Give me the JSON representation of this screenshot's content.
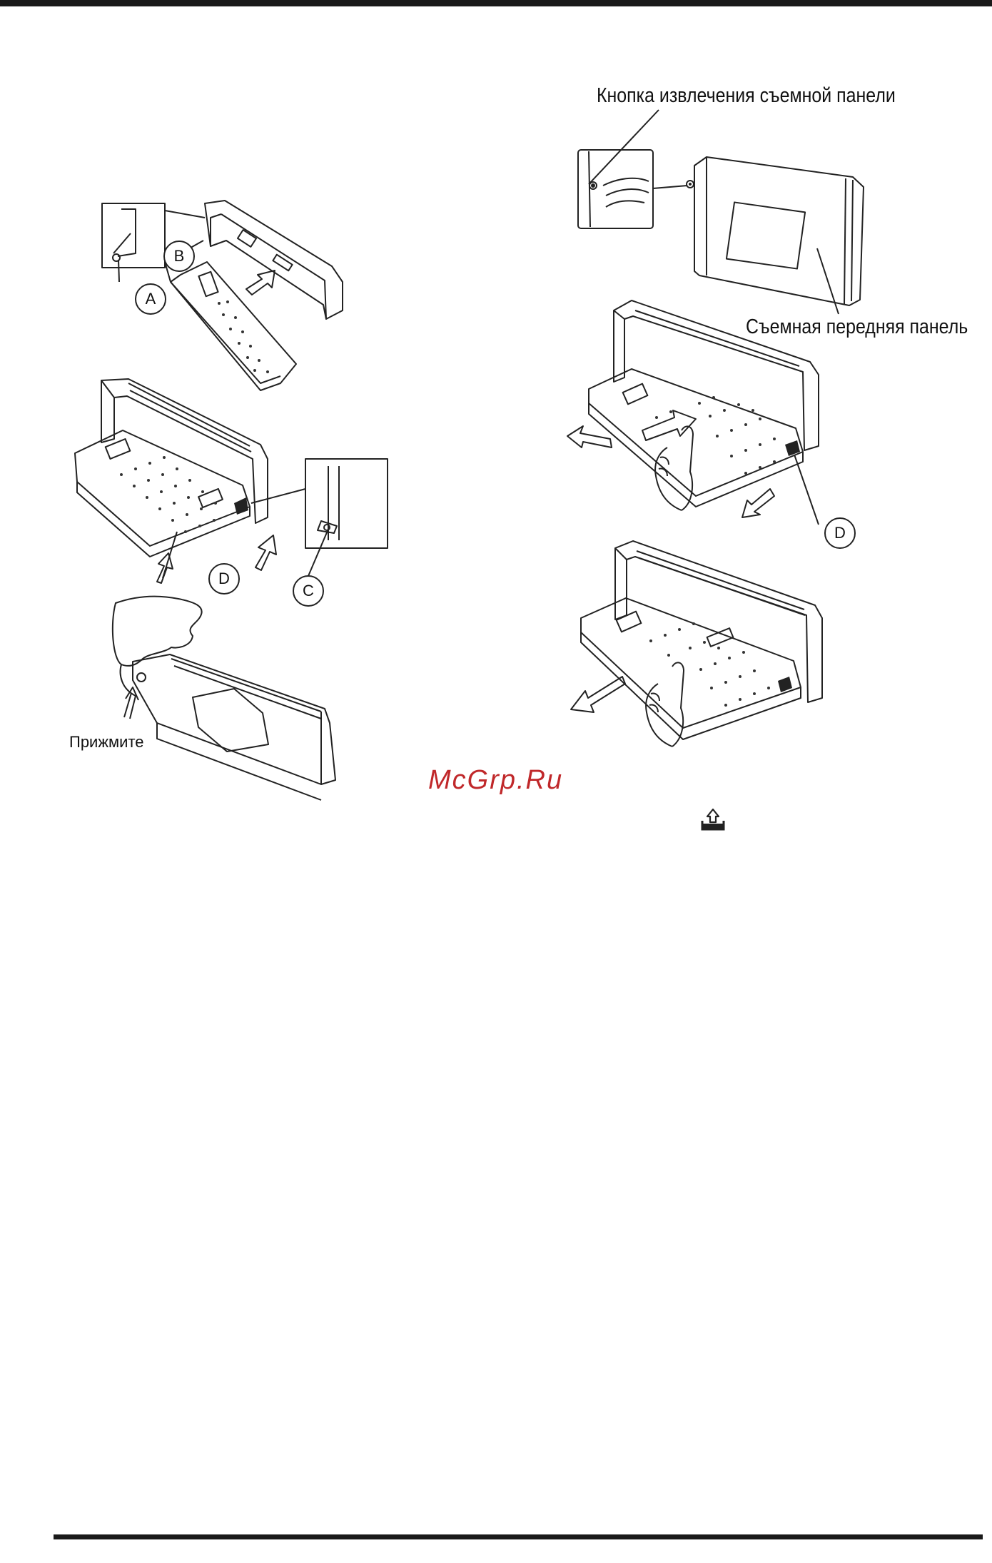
{
  "labels": {
    "release_button": "Кнопка извлечения съемной панели",
    "front_panel": "Съемная передняя панель",
    "press": "Прижмите"
  },
  "callouts": {
    "a": "A",
    "b": "B",
    "c": "C",
    "d1": "D",
    "d2": "D"
  },
  "watermark": "McGrp.Ru",
  "icons": {
    "eject": "eject-icon"
  },
  "colors": {
    "rule": "#1a1a1a",
    "watermark": "#c0282a"
  }
}
